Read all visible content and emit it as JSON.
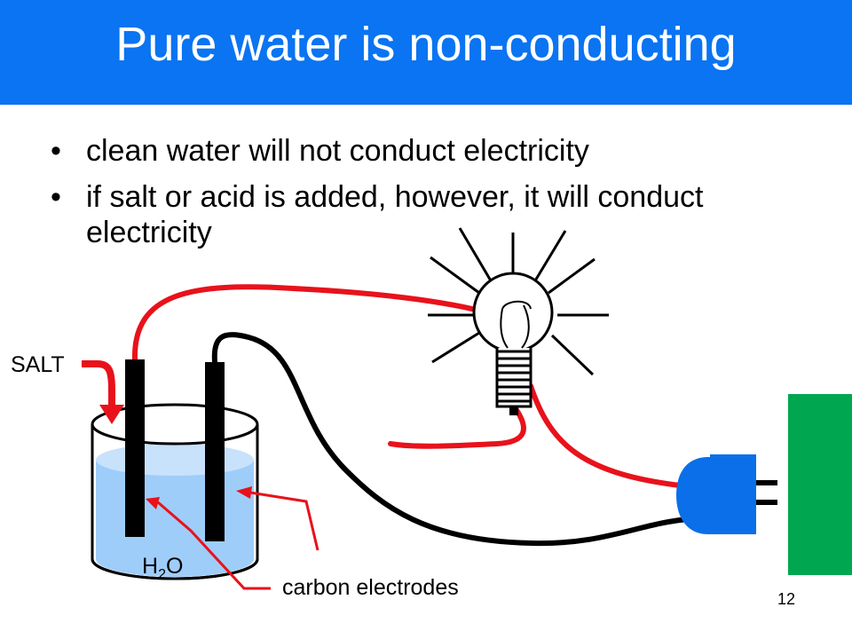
{
  "slide": {
    "title": "Pure water is non-conducting",
    "bullets": [
      "clean water will not conduct electricity",
      "if salt or acid is added, however, it will conduct electricity"
    ],
    "page_number": "12"
  },
  "diagram": {
    "labels": {
      "salt": "SALT",
      "electrodes": "carbon electrodes",
      "water_h": "H",
      "water_sub": "2",
      "water_o": "O"
    }
  },
  "colors": {
    "title_bar": "#0a74f2",
    "wire_red": "#e8121b",
    "wire_black": "#000000",
    "water": "#9fcdfa",
    "plug": "#0a6fe8",
    "outlet": "#00a650"
  }
}
